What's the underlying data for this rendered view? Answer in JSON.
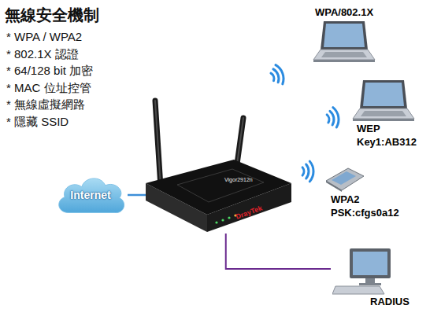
{
  "diagram": {
    "title": "無線安全機制",
    "nodes": [
      {
        "text": [
          "WPA/802.1X"
        ]
      },
      {
        "text": [
          "WEP",
          "Key1:AB312"
        ]
      },
      {
        "text": [
          "Vigor2912n",
          "DrayTek"
        ]
      },
      {
        "text": [
          "WPA2",
          "PSK:cfgs0a12"
        ]
      },
      {
        "text": [
          "Internet"
        ]
      },
      {
        "text": [
          "RADIUS"
        ]
      }
    ],
    "edges": [
      {
        "from": 4,
        "to": 2,
        "arrow": "none"
      },
      {
        "from": 2,
        "to": 5,
        "arrow": "none"
      }
    ],
    "labels": [
      "* WPA / WPA2",
      "* 802.1X 認證",
      "* 64/128 bit 加密",
      "* MAC 位址控管",
      "* 無線虛擬網路",
      "* 隱藏 SSID"
    ]
  }
}
